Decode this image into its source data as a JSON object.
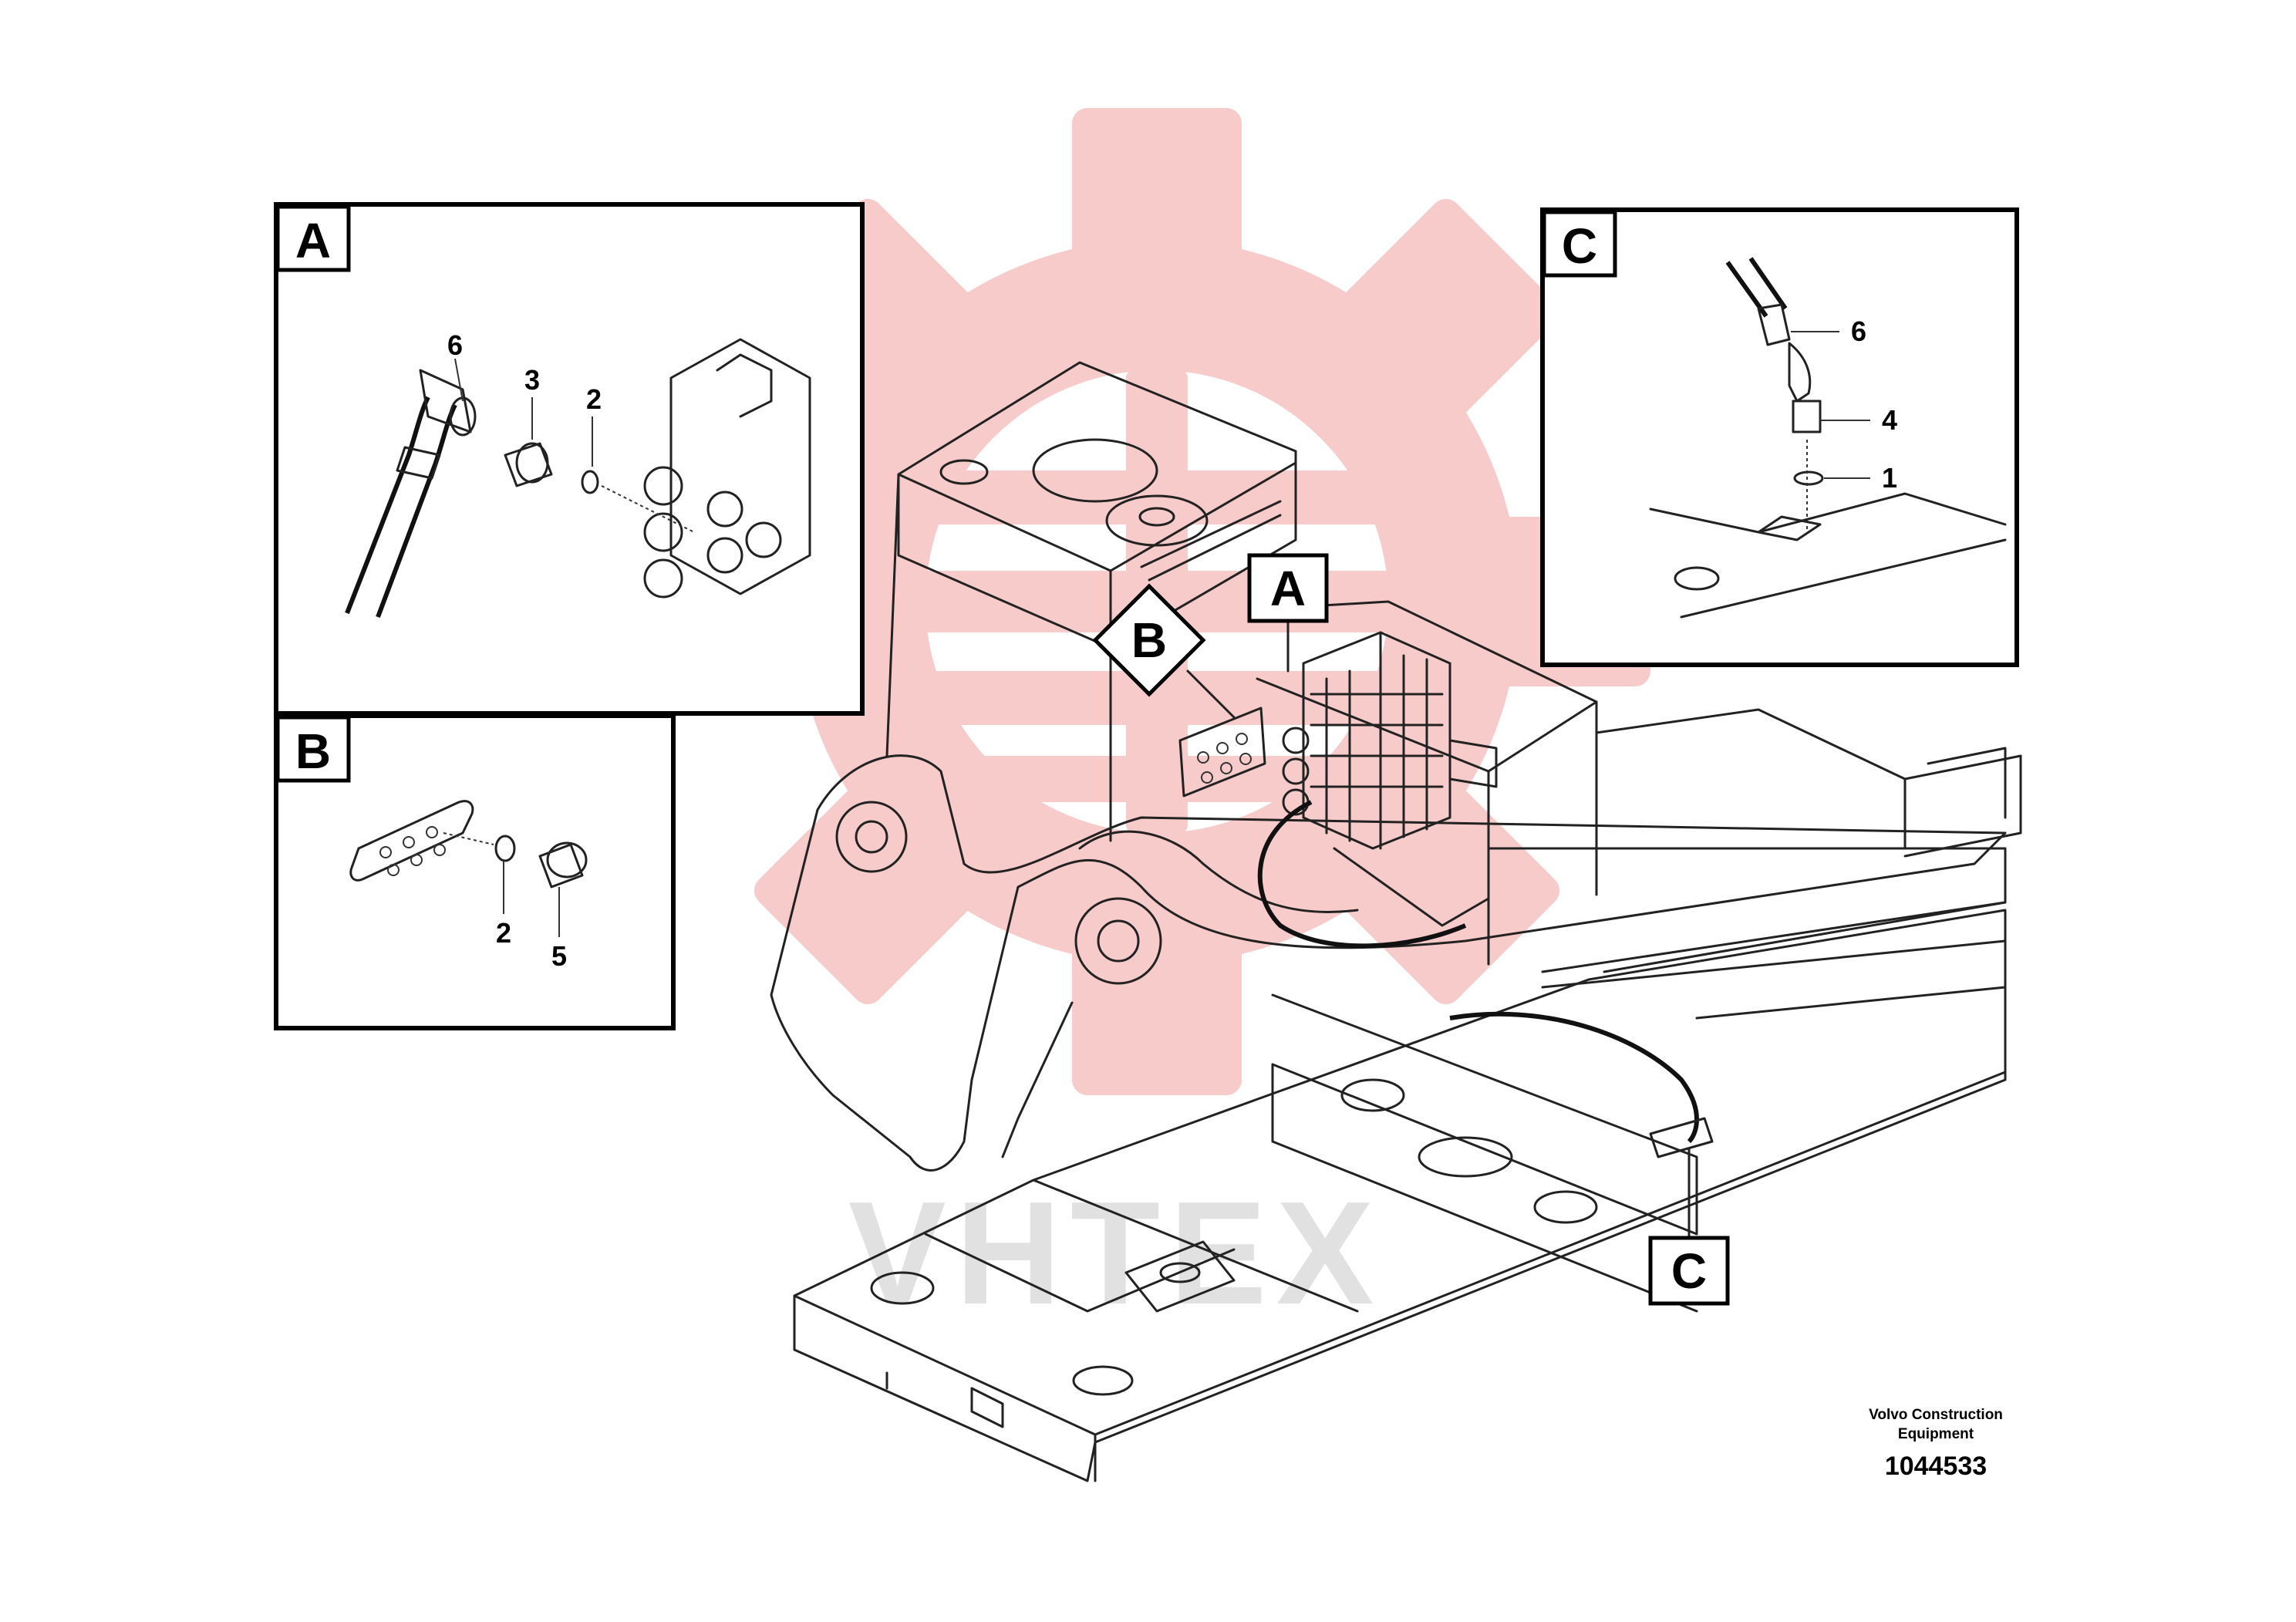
{
  "watermark": {
    "text": "VHTEX",
    "gear_color": "#f2a0a0",
    "text_color": "#c8c8c8"
  },
  "callouts": {
    "view_a": "A",
    "view_b": "B",
    "view_c": "C"
  },
  "panel_a": {
    "label": "A",
    "parts": [
      "6",
      "3",
      "2"
    ]
  },
  "panel_b": {
    "label": "B",
    "parts": [
      "2",
      "5"
    ]
  },
  "panel_c": {
    "label": "C",
    "parts": [
      "6",
      "4",
      "1"
    ]
  },
  "footer": {
    "company_line1": "Volvo Construction",
    "company_line2": "Equipment",
    "drawing_number": "1044533"
  }
}
